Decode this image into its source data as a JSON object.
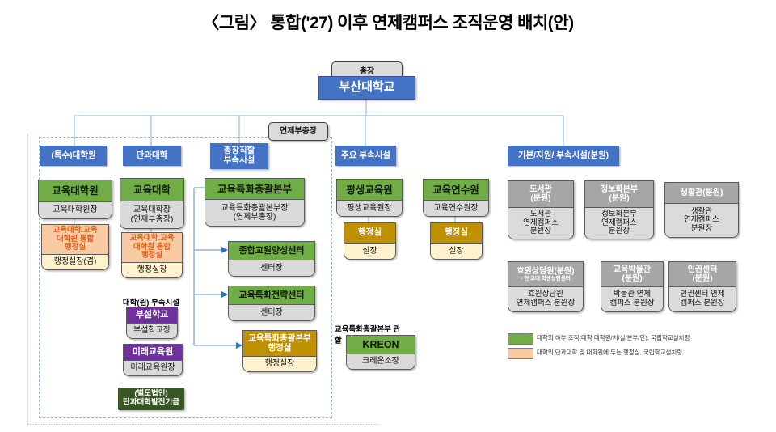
{
  "title": "〈그림〉 통합('27) 이후 연제캠퍼스 조직운영 배치(안)",
  "top": {
    "president_label": "총장",
    "university": "부산대학교",
    "vice_president": "연제부총장"
  },
  "headers": {
    "special_grad": "(특수)대학원",
    "colleges": "단과대학",
    "direct": "총장직할\n부속시설",
    "major": "주요 부속시설",
    "branch": "기본/지원/ 부속시설(분원)"
  },
  "col_grad": {
    "org": "교육대학원",
    "head": "교육대학원장",
    "office": "교육대학.교육\n대학원 통합\n행정실",
    "office_head": "행정실장(겸)"
  },
  "col_college": {
    "org": "교육대학",
    "head": "교육대학장\n(연제부총장)",
    "office": "교육대학.교육\n대학원 통합\n행정실",
    "office_head": "행정실장",
    "sub_label": "대학(원) 부속시설",
    "school": "부설학교",
    "school_head": "부설학교장",
    "future": "미래교육원",
    "future_head": "미래교육원장",
    "fund": "(별도법인)\n단과대학발전기금"
  },
  "col_direct": {
    "hq": "교육특화총괄본부",
    "hq_head": "교육특화총괄본부장\n(연제부총장)",
    "center1": "종합교원양성센터",
    "center1_head": "센터장",
    "center2": "교육특화전략센터",
    "center2_head": "센터장",
    "office": "교육특화총괄본부\n행정실",
    "office_head": "행정실장"
  },
  "col_major": {
    "lifelong": "평생교육원",
    "lifelong_head": "평생교육원장",
    "lifelong_office": "행정실",
    "lifelong_office_head": "실장",
    "training": "교육연수원",
    "training_head": "교육연수원장",
    "training_office": "행정실",
    "training_office_head": "실장",
    "kreon_label": "교육특화총괄본부 관할",
    "kreon": "KREON",
    "kreon_head": "크레온소장"
  },
  "branches": {
    "library": "도서관\n(분원)",
    "library_head": "도서관\n연제캠퍼스\n분원장",
    "it": "정보화본부\n(분원)",
    "it_head": "정보화본부\n연제캠퍼스\n분원장",
    "dorm": "생활관(분원)",
    "dorm_head": "생활관\n연제캠퍼스\n분원장",
    "counsel": "효원상담원(분원)",
    "counsel_note": "- 현 교대.학생상담센터",
    "counsel_head": "효원상담원\n연제캠퍼스 분원장",
    "museum": "교육박물관\n(분원)",
    "museum_head": "박물관 연제\n캠퍼스 분원장",
    "rights": "인권센터\n(분원)",
    "rights_head": "인권센터 연제\n캠퍼스 분원장"
  },
  "legend": {
    "green_label": "대학의 하부 조직(대학.대학원/처/실/본부/단), 국립학교설치령",
    "orange_label": "대학의 단과대학 및 대학원에 두는 행정실, 국립학교설치령",
    "green_color": "#70AD47",
    "orange_color": "#F9CBA4"
  },
  "colors": {
    "header_blue": "#4472C4",
    "org_green": "#70AD47",
    "office_orange_fill": "#F9CBA4",
    "office_orange_text": "#D9651F",
    "admin_gold": "#BF9000",
    "sub_yellow": "#FFF2CC",
    "purple": "#7030A0",
    "fund_dark_green": "#375623",
    "branch_gray": "#A6A6A6",
    "sub_gray": "#D9D9D9",
    "connector_blue": "#9DC3E6"
  }
}
